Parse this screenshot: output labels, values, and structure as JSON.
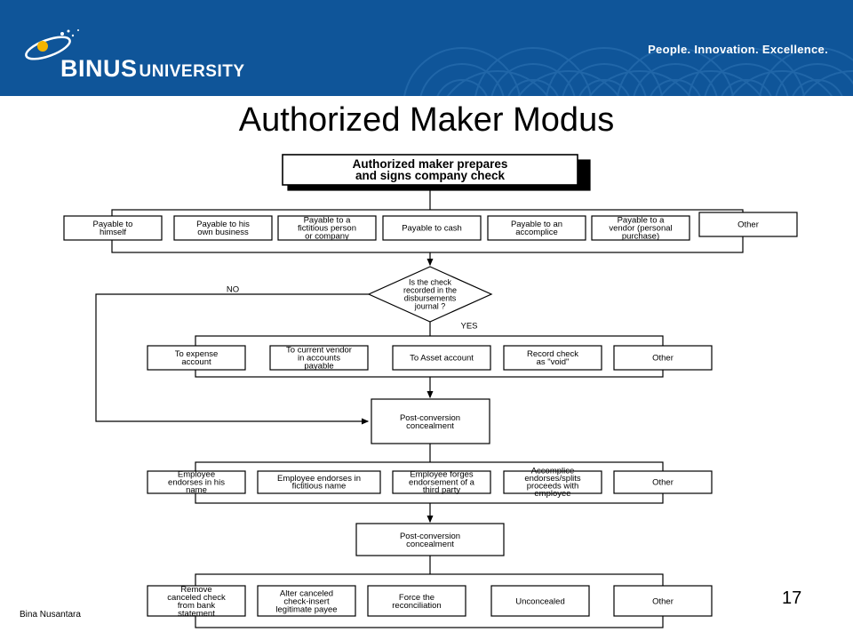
{
  "header": {
    "logo_text": "BINUS",
    "logo_sub": "UNIVERSITY",
    "tagline": "People. Innovation. Excellence."
  },
  "slide": {
    "title": "Authorized Maker Modus",
    "page_number": "17",
    "footer_text": "Bina Nusantara"
  },
  "flowchart": {
    "start": [
      "Authorized maker prepares",
      "and signs company check"
    ],
    "payees": [
      [
        "Payable to",
        "himself"
      ],
      [
        "Payable to his",
        "own business"
      ],
      [
        "Payable to a",
        "fictitious person",
        "or company"
      ],
      [
        "Payable to cash"
      ],
      [
        "Payable to an",
        "accomplice"
      ],
      [
        "Payable to a",
        "vendor (personal",
        "purchase)"
      ],
      [
        "Other"
      ]
    ],
    "decision": [
      "Is the check",
      "recorded in the",
      "disbursements",
      "journal ?"
    ],
    "no_label": "NO",
    "yes_label": "YES",
    "recording": [
      [
        "To expense",
        "account"
      ],
      [
        "To current vendor",
        "in accounts",
        "payable"
      ],
      [
        "To Asset account"
      ],
      [
        "Record check",
        "as \"void\""
      ],
      [
        "Other"
      ]
    ],
    "concealment_1": [
      "Post-conversion",
      "concealment"
    ],
    "endorsements": [
      [
        "Employee",
        "endorses in his",
        "name"
      ],
      [
        "Employee endorses in",
        "fictitious name"
      ],
      [
        "Employee forges",
        "endorsement of a",
        "third party"
      ],
      [
        "Accomplice",
        "endorses/splits",
        "proceeds with",
        "employee"
      ],
      [
        "Other"
      ]
    ],
    "concealment_2": [
      "Post-conversion",
      "concealment"
    ],
    "final": [
      [
        "Remove",
        "canceled check",
        "from bank",
        "statement"
      ],
      [
        "Alter canceled",
        "check-insert",
        "legitimate payee"
      ],
      [
        "Force the",
        "reconciliation"
      ],
      [
        "Unconcealed"
      ],
      [
        "Other"
      ]
    ]
  }
}
